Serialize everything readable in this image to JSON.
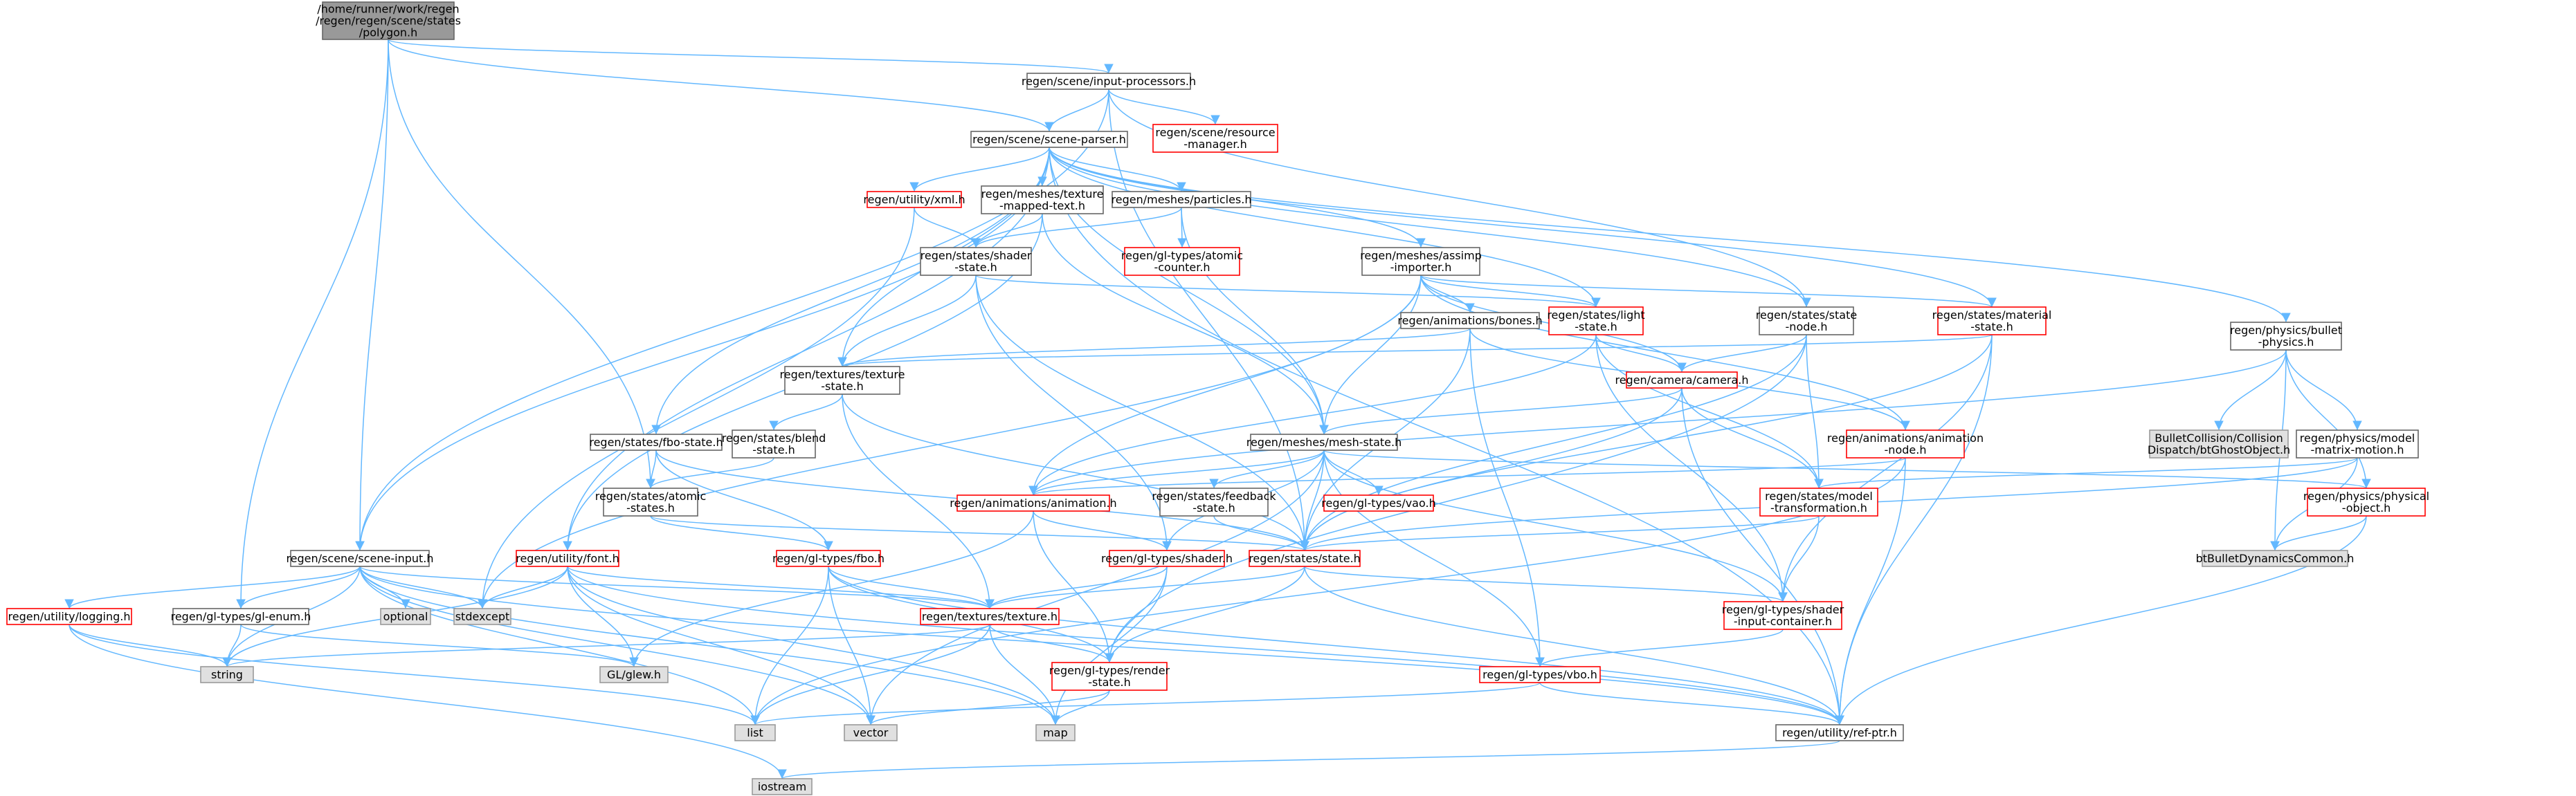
{
  "colors": {
    "edge": "#63b8ff",
    "normal_fill": "#ffffff",
    "normal_border": "#666666",
    "incomplete_border": "#ff0000",
    "external_fill": "#e0e0e0",
    "external_border": "#999999",
    "root_fill": "#999999",
    "root_border": "#666666",
    "text": "#000000"
  },
  "nodes": [
    {
      "id": "root",
      "kind": "root",
      "lines": [
        "/home/runner/work/regen",
        "/regen/regen/scene/states",
        "/polygon.h"
      ]
    },
    {
      "id": "input_processors",
      "kind": "normal",
      "lines": [
        "regen/scene/input-processors.h"
      ]
    },
    {
      "id": "scene_parser",
      "kind": "normal",
      "lines": [
        "regen/scene/scene-parser.h"
      ]
    },
    {
      "id": "resource_manager",
      "kind": "incomplete",
      "lines": [
        "regen/scene/resource",
        "-manager.h"
      ]
    },
    {
      "id": "utility_xml",
      "kind": "incomplete",
      "lines": [
        "regen/utility/xml.h"
      ]
    },
    {
      "id": "texture_mapped_text",
      "kind": "normal",
      "lines": [
        "regen/meshes/texture",
        "-mapped-text.h"
      ]
    },
    {
      "id": "particles",
      "kind": "normal",
      "lines": [
        "regen/meshes/particles.h"
      ]
    },
    {
      "id": "shader_state",
      "kind": "normal",
      "lines": [
        "regen/states/shader",
        "-state.h"
      ]
    },
    {
      "id": "atomic_counter",
      "kind": "incomplete",
      "lines": [
        "regen/gl-types/atomic",
        "-counter.h"
      ]
    },
    {
      "id": "assimp_importer",
      "kind": "normal",
      "lines": [
        "regen/meshes/assimp",
        "-importer.h"
      ]
    },
    {
      "id": "bones",
      "kind": "normal",
      "lines": [
        "regen/animations/bones.h"
      ]
    },
    {
      "id": "light_state",
      "kind": "incomplete",
      "lines": [
        "regen/states/light",
        "-state.h"
      ]
    },
    {
      "id": "state_node",
      "kind": "normal",
      "lines": [
        "regen/states/state",
        "-node.h"
      ]
    },
    {
      "id": "material_state",
      "kind": "incomplete",
      "lines": [
        "regen/states/material",
        "-state.h"
      ]
    },
    {
      "id": "bullet_physics",
      "kind": "normal",
      "lines": [
        "regen/physics/bullet",
        "-physics.h"
      ]
    },
    {
      "id": "texture_state",
      "kind": "normal",
      "lines": [
        "regen/textures/texture",
        "-state.h"
      ]
    },
    {
      "id": "camera",
      "kind": "incomplete",
      "lines": [
        "regen/camera/camera.h"
      ]
    },
    {
      "id": "blend_state",
      "kind": "normal",
      "lines": [
        "regen/states/blend",
        "-state.h"
      ]
    },
    {
      "id": "fbo_state",
      "kind": "normal",
      "lines": [
        "regen/states/fbo-state.h"
      ]
    },
    {
      "id": "mesh_state",
      "kind": "normal",
      "lines": [
        "regen/meshes/mesh-state.h"
      ]
    },
    {
      "id": "animation_node",
      "kind": "incomplete",
      "lines": [
        "regen/animations/animation",
        "-node.h"
      ]
    },
    {
      "id": "btghost",
      "kind": "external",
      "lines": [
        "BulletCollision/Collision",
        "Dispatch/btGhostObject.h"
      ]
    },
    {
      "id": "matrix_motion",
      "kind": "normal",
      "lines": [
        "regen/physics/model",
        "-matrix-motion.h"
      ]
    },
    {
      "id": "atomic_states",
      "kind": "normal",
      "lines": [
        "regen/states/atomic",
        "-states.h"
      ]
    },
    {
      "id": "animation",
      "kind": "incomplete",
      "lines": [
        "regen/animations/animation.h"
      ]
    },
    {
      "id": "feedback_state",
      "kind": "normal",
      "lines": [
        "regen/states/feedback",
        "-state.h"
      ]
    },
    {
      "id": "vao",
      "kind": "incomplete",
      "lines": [
        "regen/gl-types/vao.h"
      ]
    },
    {
      "id": "model_transformation",
      "kind": "incomplete",
      "lines": [
        "regen/states/model",
        "-transformation.h"
      ]
    },
    {
      "id": "physical_object",
      "kind": "incomplete",
      "lines": [
        "regen/physics/physical",
        "-object.h"
      ]
    },
    {
      "id": "scene_input",
      "kind": "normal",
      "lines": [
        "regen/scene/scene-input.h"
      ]
    },
    {
      "id": "utility_font",
      "kind": "incomplete",
      "lines": [
        "regen/utility/font.h"
      ]
    },
    {
      "id": "fbo",
      "kind": "incomplete",
      "lines": [
        "regen/gl-types/fbo.h"
      ]
    },
    {
      "id": "gl_shader",
      "kind": "incomplete",
      "lines": [
        "regen/gl-types/shader.h"
      ]
    },
    {
      "id": "state",
      "kind": "incomplete",
      "lines": [
        "regen/states/state.h"
      ]
    },
    {
      "id": "btbullet",
      "kind": "external",
      "lines": [
        "btBulletDynamicsCommon.h"
      ]
    },
    {
      "id": "logging",
      "kind": "incomplete",
      "lines": [
        "regen/utility/logging.h"
      ]
    },
    {
      "id": "gl_enum",
      "kind": "normal",
      "lines": [
        "regen/gl-types/gl-enum.h"
      ]
    },
    {
      "id": "optional",
      "kind": "external",
      "lines": [
        "optional"
      ]
    },
    {
      "id": "stdexcept",
      "kind": "external",
      "lines": [
        "stdexcept"
      ]
    },
    {
      "id": "texture",
      "kind": "incomplete",
      "lines": [
        "regen/textures/texture.h"
      ]
    },
    {
      "id": "shader_input_container",
      "kind": "incomplete",
      "lines": [
        "regen/gl-types/shader",
        "-input-container.h"
      ]
    },
    {
      "id": "string",
      "kind": "external",
      "lines": [
        "string"
      ]
    },
    {
      "id": "glew",
      "kind": "external",
      "lines": [
        "GL/glew.h"
      ]
    },
    {
      "id": "render_state",
      "kind": "incomplete",
      "lines": [
        "regen/gl-types/render",
        "-state.h"
      ]
    },
    {
      "id": "vbo",
      "kind": "incomplete",
      "lines": [
        "regen/gl-types/vbo.h"
      ]
    },
    {
      "id": "list",
      "kind": "external",
      "lines": [
        "list"
      ]
    },
    {
      "id": "vector",
      "kind": "external",
      "lines": [
        "vector"
      ]
    },
    {
      "id": "map",
      "kind": "external",
      "lines": [
        "map"
      ]
    },
    {
      "id": "ref_ptr",
      "kind": "normal",
      "lines": [
        "regen/utility/ref-ptr.h"
      ]
    },
    {
      "id": "iostream",
      "kind": "external",
      "lines": [
        "iostream"
      ]
    }
  ],
  "edges": [
    [
      "root",
      "input_processors"
    ],
    [
      "root",
      "scene_parser"
    ],
    [
      "root",
      "scene_input"
    ],
    [
      "root",
      "atomic_states"
    ],
    [
      "root",
      "gl_enum"
    ],
    [
      "input_processors",
      "scene_parser"
    ],
    [
      "input_processors",
      "resource_manager"
    ],
    [
      "input_processors",
      "state_node"
    ],
    [
      "input_processors",
      "scene_input"
    ],
    [
      "input_processors",
      "state"
    ],
    [
      "scene_parser",
      "utility_xml"
    ],
    [
      "scene_parser",
      "texture_mapped_text"
    ],
    [
      "scene_parser",
      "particles"
    ],
    [
      "scene_parser",
      "assimp_importer"
    ],
    [
      "scene_parser",
      "state_node"
    ],
    [
      "scene_parser",
      "bullet_physics"
    ],
    [
      "scene_parser",
      "texture_state"
    ],
    [
      "scene_parser",
      "fbo_state"
    ],
    [
      "scene_parser",
      "mesh_state"
    ],
    [
      "scene_parser",
      "scene_input"
    ],
    [
      "scene_parser",
      "utility_font"
    ],
    [
      "scene_parser",
      "ref_ptr"
    ],
    [
      "scene_parser",
      "material_state"
    ],
    [
      "scene_parser",
      "light_state"
    ],
    [
      "utility_xml",
      "shader_state"
    ],
    [
      "utility_xml",
      "stdexcept"
    ],
    [
      "texture_mapped_text",
      "shader_state"
    ],
    [
      "texture_mapped_text",
      "mesh_state"
    ],
    [
      "texture_mapped_text",
      "utility_font"
    ],
    [
      "particles",
      "shader_state"
    ],
    [
      "particles",
      "atomic_counter"
    ],
    [
      "particles",
      "mesh_state"
    ],
    [
      "shader_state",
      "texture_state"
    ],
    [
      "shader_state",
      "state"
    ],
    [
      "shader_state",
      "gl_shader"
    ],
    [
      "shader_state",
      "light_state"
    ],
    [
      "assimp_importer",
      "bones"
    ],
    [
      "assimp_importer",
      "light_state"
    ],
    [
      "assimp_importer",
      "material_state"
    ],
    [
      "assimp_importer",
      "camera"
    ],
    [
      "assimp_importer",
      "animation_node"
    ],
    [
      "assimp_importer",
      "mesh_state"
    ],
    [
      "assimp_importer",
      "animation"
    ],
    [
      "assimp_importer",
      "stdexcept"
    ],
    [
      "bones",
      "texture_state"
    ],
    [
      "bones",
      "vbo"
    ],
    [
      "bones",
      "animation_node"
    ],
    [
      "bones",
      "state"
    ],
    [
      "light_state",
      "camera"
    ],
    [
      "light_state",
      "model_transformation"
    ],
    [
      "light_state",
      "animation"
    ],
    [
      "light_state",
      "shader_input_container"
    ],
    [
      "state_node",
      "camera"
    ],
    [
      "state_node",
      "model_transformation"
    ],
    [
      "state_node",
      "state"
    ],
    [
      "state_node",
      "render_state"
    ],
    [
      "material_state",
      "texture_state"
    ],
    [
      "material_state",
      "state"
    ],
    [
      "material_state",
      "shader_input_container"
    ],
    [
      "material_state",
      "ref_ptr"
    ],
    [
      "bullet_physics",
      "btghost"
    ],
    [
      "bullet_physics",
      "matrix_motion"
    ],
    [
      "bullet_physics",
      "physical_object"
    ],
    [
      "bullet_physics",
      "btbullet"
    ],
    [
      "bullet_physics",
      "animation"
    ],
    [
      "texture_state",
      "blend_state"
    ],
    [
      "texture_state",
      "texture"
    ],
    [
      "texture_state",
      "state"
    ],
    [
      "camera",
      "mesh_state"
    ],
    [
      "camera",
      "model_transformation"
    ],
    [
      "camera",
      "state"
    ],
    [
      "camera",
      "ref_ptr"
    ],
    [
      "blend_state",
      "atomic_states"
    ],
    [
      "fbo_state",
      "atomic_states"
    ],
    [
      "fbo_state",
      "fbo"
    ],
    [
      "fbo_state",
      "state"
    ],
    [
      "mesh_state",
      "animation"
    ],
    [
      "mesh_state",
      "feedback_state"
    ],
    [
      "mesh_state",
      "vao"
    ],
    [
      "mesh_state",
      "gl_shader"
    ],
    [
      "mesh_state",
      "state"
    ],
    [
      "mesh_state",
      "shader_input_container"
    ],
    [
      "mesh_state",
      "physical_object"
    ],
    [
      "mesh_state",
      "vbo"
    ],
    [
      "mesh_state",
      "vector"
    ],
    [
      "animation_node",
      "animation"
    ],
    [
      "animation_node",
      "list"
    ],
    [
      "animation_node",
      "ref_ptr"
    ],
    [
      "matrix_motion",
      "model_transformation"
    ],
    [
      "matrix_motion",
      "btbullet"
    ],
    [
      "matrix_motion",
      "state"
    ],
    [
      "atomic_states",
      "state"
    ],
    [
      "atomic_states",
      "fbo"
    ],
    [
      "animation",
      "render_state"
    ],
    [
      "animation",
      "gl_shader"
    ],
    [
      "animation",
      "glew"
    ],
    [
      "feedback_state",
      "state"
    ],
    [
      "model_transformation",
      "shader_input_container"
    ],
    [
      "model_transformation",
      "state"
    ],
    [
      "physical_object",
      "btbullet"
    ],
    [
      "physical_object",
      "ref_ptr"
    ],
    [
      "scene_input",
      "logging"
    ],
    [
      "scene_input",
      "gl_enum"
    ],
    [
      "scene_input",
      "optional"
    ],
    [
      "scene_input",
      "string"
    ],
    [
      "scene_input",
      "list"
    ],
    [
      "scene_input",
      "vector"
    ],
    [
      "scene_input",
      "map"
    ],
    [
      "scene_input",
      "ref_ptr"
    ],
    [
      "scene_input",
      "texture"
    ],
    [
      "scene_input",
      "stdexcept"
    ],
    [
      "utility_font",
      "texture"
    ],
    [
      "utility_font",
      "glew"
    ],
    [
      "utility_font",
      "stdexcept"
    ],
    [
      "utility_font",
      "string"
    ],
    [
      "utility_font",
      "map"
    ],
    [
      "utility_font",
      "ref_ptr"
    ],
    [
      "utility_font",
      "vector"
    ],
    [
      "fbo",
      "texture"
    ],
    [
      "fbo",
      "render_state"
    ],
    [
      "fbo",
      "list"
    ],
    [
      "fbo",
      "vector"
    ],
    [
      "fbo",
      "ref_ptr"
    ],
    [
      "gl_shader",
      "texture"
    ],
    [
      "gl_shader",
      "render_state"
    ],
    [
      "gl_shader",
      "map"
    ],
    [
      "state",
      "shader_input_container"
    ],
    [
      "state",
      "texture"
    ],
    [
      "state",
      "render_state"
    ],
    [
      "state",
      "ref_ptr"
    ],
    [
      "logging",
      "string"
    ],
    [
      "logging",
      "list"
    ],
    [
      "logging",
      "iostream"
    ],
    [
      "gl_enum",
      "string"
    ],
    [
      "gl_enum",
      "glew"
    ],
    [
      "texture",
      "render_state"
    ],
    [
      "texture",
      "string"
    ],
    [
      "texture",
      "list"
    ],
    [
      "texture",
      "map"
    ],
    [
      "shader_input_container",
      "vbo"
    ],
    [
      "render_state",
      "vector"
    ],
    [
      "render_state",
      "map"
    ],
    [
      "vbo",
      "list"
    ],
    [
      "vbo",
      "ref_ptr"
    ],
    [
      "ref_ptr",
      "iostream"
    ]
  ]
}
